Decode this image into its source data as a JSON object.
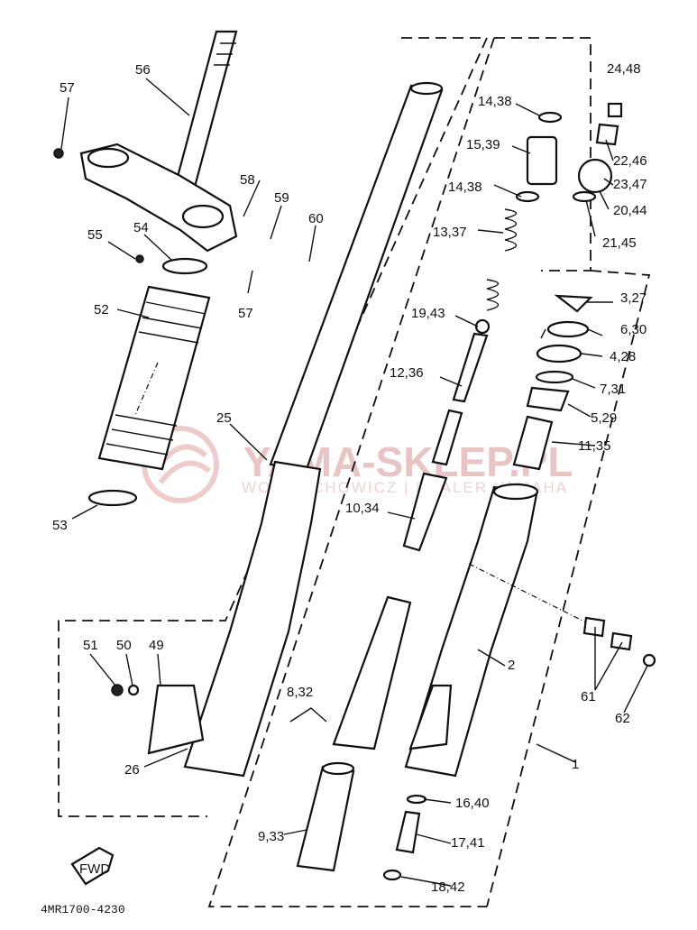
{
  "diagram": {
    "code": "4MR1700-4230",
    "fwd_label": "FWD",
    "watermark": {
      "brand": "YAMA-SKLEP.PL",
      "subtitle": "WOJCIECHOWICZ | DEALER YAMAHA"
    },
    "labels": {
      "p57a": "57",
      "p56": "56",
      "p58": "58",
      "p59": "59",
      "p60": "60",
      "p54": "54",
      "p55": "55",
      "p57b": "57",
      "p52": "52",
      "p25": "25",
      "p53": "53",
      "p51": "51",
      "p50": "50",
      "p49": "49",
      "p26": "26",
      "p8_32": "8,32",
      "p9_33": "9,33",
      "p10_34": "10,34",
      "p12_36": "12,36",
      "p19_43": "19,43",
      "p13_37": "13,37",
      "p14_38a": "14,38",
      "p15_39": "15,39",
      "p14_38b": "14,38",
      "p24_48": "24,48",
      "p22_46": "22,46",
      "p23_47": "23,47",
      "p20_44": "20,44",
      "p21_45": "21,45",
      "p3_27": "3,27",
      "p6_30": "6,30",
      "p4_28": "4,28",
      "p7_31": "7,31",
      "p5_29": "5,29",
      "p11_35": "11,35",
      "p2": "2",
      "p61": "61",
      "p62": "62",
      "p1": "1",
      "p16_40": "16,40",
      "p17_41": "17,41",
      "p18_42": "18,42"
    }
  }
}
